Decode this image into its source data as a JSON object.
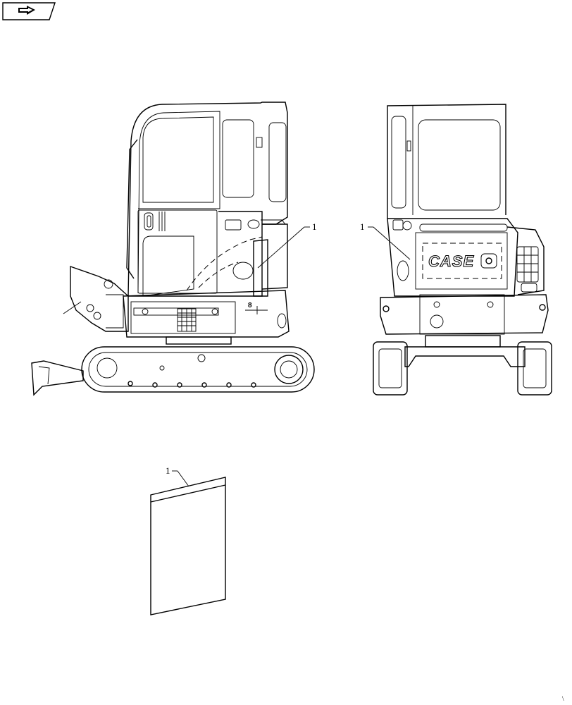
{
  "nav_icon": "next-page-arrow-icon",
  "callouts": {
    "side_view": "1",
    "rear_view": "1",
    "decal_detail": "1"
  },
  "dimension_label": "8",
  "brand_logo": "CASE",
  "corner_mark": "\\"
}
